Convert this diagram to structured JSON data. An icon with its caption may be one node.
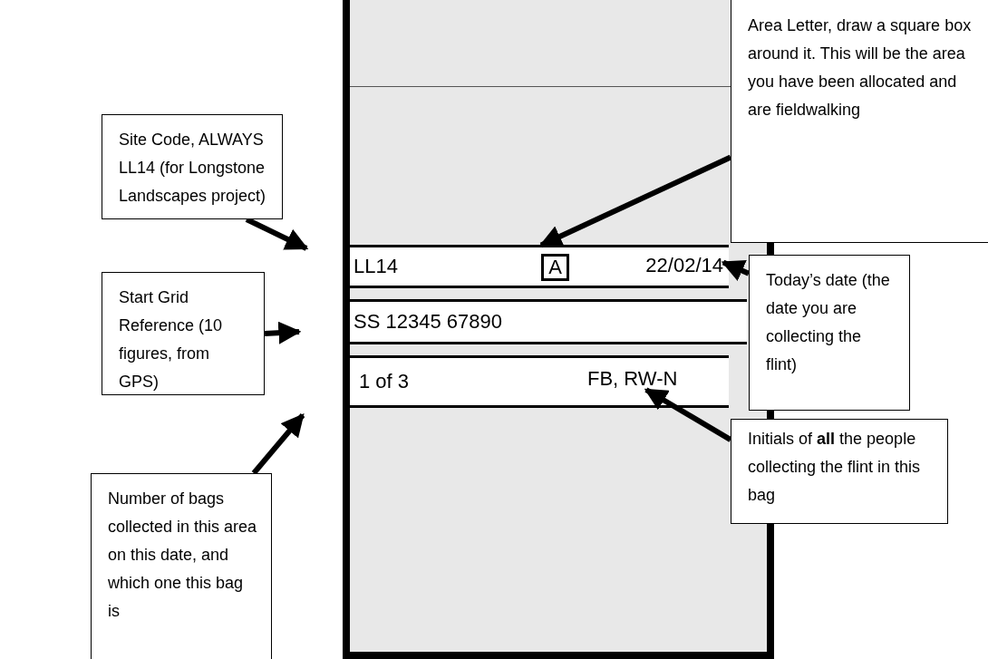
{
  "diagram": {
    "nodes": [
      {
        "text": [],
        "shape": "box"
      },
      {
        "text": [
          "LL14"
        ],
        "in": 0
      },
      {
        "text": [
          "A"
        ],
        "in": 1
      },
      {
        "text": [
          "22/02/14"
        ],
        "in": 1
      },
      {
        "text": [
          "SS 12345 67890"
        ],
        "in": 0
      },
      {
        "text": [
          "1 of 3"
        ],
        "in": 0
      },
      {
        "text": [
          "FB, RW-N"
        ],
        "in": 5
      },
      {
        "text": [
          "Site Code, ALWAYS LL14 (for Longstone Landscapes project)"
        ]
      },
      {
        "text": [
          "Start Grid Reference (10 figures, from GPS)"
        ]
      },
      {
        "text": [
          "Number of bags collected in this area on this date, and which one this bag is"
        ]
      },
      {
        "text": [
          "Area Letter, draw a square box around it. This will be the area you have been allocated and are fieldwalking"
        ]
      },
      {
        "text": [
          "Today’s date (the date you are collecting the flint)"
        ]
      },
      {
        "text": [
          "Initials of **all** the people collecting the flint in this bag"
        ]
      }
    ],
    "edges": [
      {
        "from": 7,
        "to": null,
        "arrow": "to"
      },
      {
        "from": 8,
        "to": null,
        "arrow": "to"
      },
      {
        "from": 9,
        "to": null,
        "arrow": "to"
      },
      {
        "from": 10,
        "to": 2,
        "arrow": "to"
      },
      {
        "from": 11,
        "to": 3,
        "arrow": "to"
      },
      {
        "from": 12,
        "to": 6,
        "arrow": "to"
      }
    ]
  }
}
